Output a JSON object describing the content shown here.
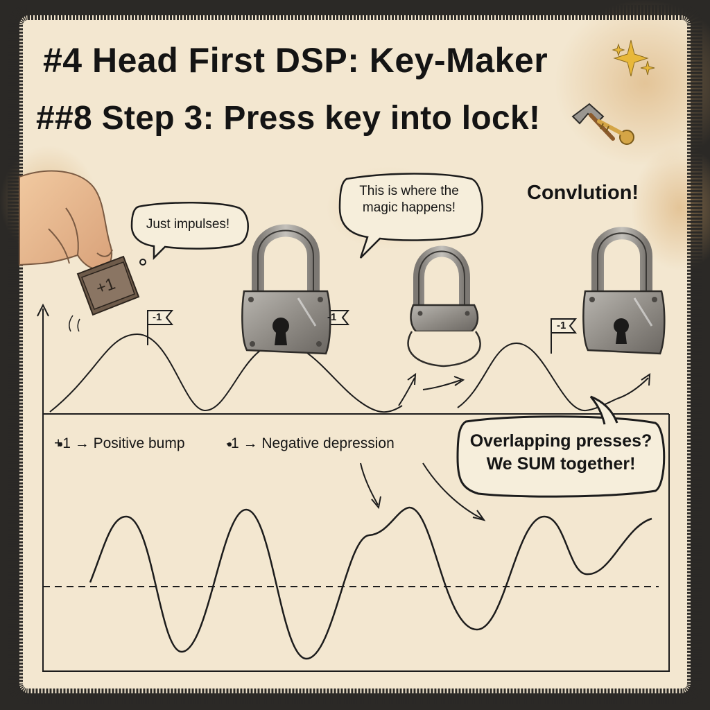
{
  "title": "#4  Head First DSP: Key-Maker",
  "subtitle": "##8 Step 3: Press key into lock!",
  "bubbles": {
    "impulses": "Just impulses!",
    "magic_line1": "This is where the",
    "magic_line2": "magic happens!",
    "sum_line1": "Overlapping presses?",
    "sum_line2": "We SUM together!"
  },
  "convolution_label": "Convlution!",
  "stamp_label": "+1",
  "flags": [
    "-1",
    "-1",
    "-1"
  ],
  "legend": {
    "positive": "+1 → Positive bump",
    "negative": "-1 → Negative depression"
  },
  "icons": {
    "sparkle": "sparkle-icon",
    "hammer": "hammer-icon",
    "key": "key-icon",
    "lock": "padlock-icon",
    "hand": "hand-icon"
  },
  "colors": {
    "paper": "#f3e7d0",
    "ink": "#1c1c1c",
    "border": "#2b2926",
    "stain": "#d9b07a",
    "sparkle": "#e8b83a"
  }
}
